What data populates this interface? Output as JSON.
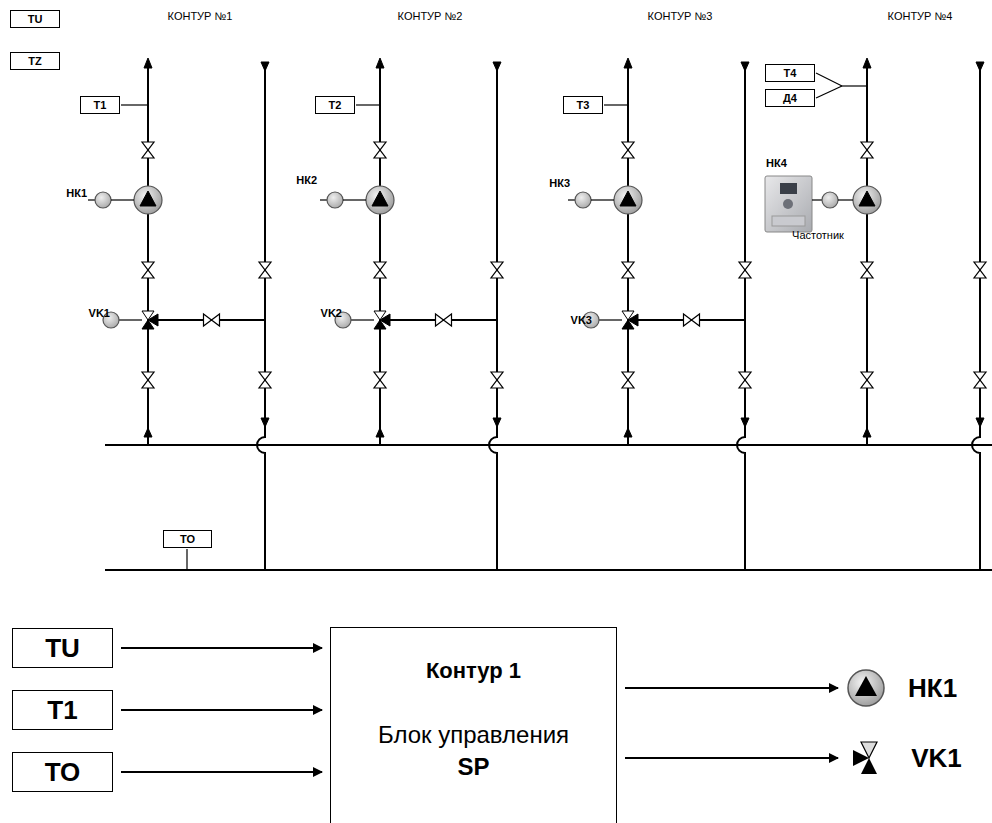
{
  "diagram": {
    "nodes": [
      {
        "text": [
          "TU"
        ]
      },
      {
        "text": [
          "TZ"
        ]
      },
      {
        "text": [
          "T1"
        ]
      },
      {
        "text": [
          "T2"
        ]
      },
      {
        "text": [
          "T3"
        ]
      },
      {
        "text": [
          "T4"
        ]
      },
      {
        "text": [
          "Д4"
        ]
      },
      {
        "text": [
          "TO"
        ]
      },
      {
        "text": [
          "TU"
        ]
      },
      {
        "text": [
          "T1"
        ]
      },
      {
        "text": [
          "TO"
        ]
      },
      {
        "text": [
          "Контур 1",
          "Блок управления",
          "SP"
        ]
      },
      {
        "text": [
          "НК1"
        ]
      },
      {
        "text": [
          "VK1"
        ]
      }
    ],
    "edges": [
      {
        "from": 8,
        "to": 11,
        "arrow": "to"
      },
      {
        "from": 9,
        "to": 11,
        "arrow": "to"
      },
      {
        "from": 10,
        "to": 11,
        "arrow": "to"
      },
      {
        "from": 11,
        "to": 12,
        "arrow": "to"
      },
      {
        "from": 11,
        "to": 13,
        "arrow": "to"
      }
    ],
    "labels": [
      "КОНТУР №1",
      "КОНТУР №2",
      "КОНТУР №3",
      "КОНТУР №4",
      "НК1",
      "VK1",
      "НК2",
      "VK2",
      "НК3",
      "VK3",
      "НК4",
      "Частотник"
    ]
  }
}
